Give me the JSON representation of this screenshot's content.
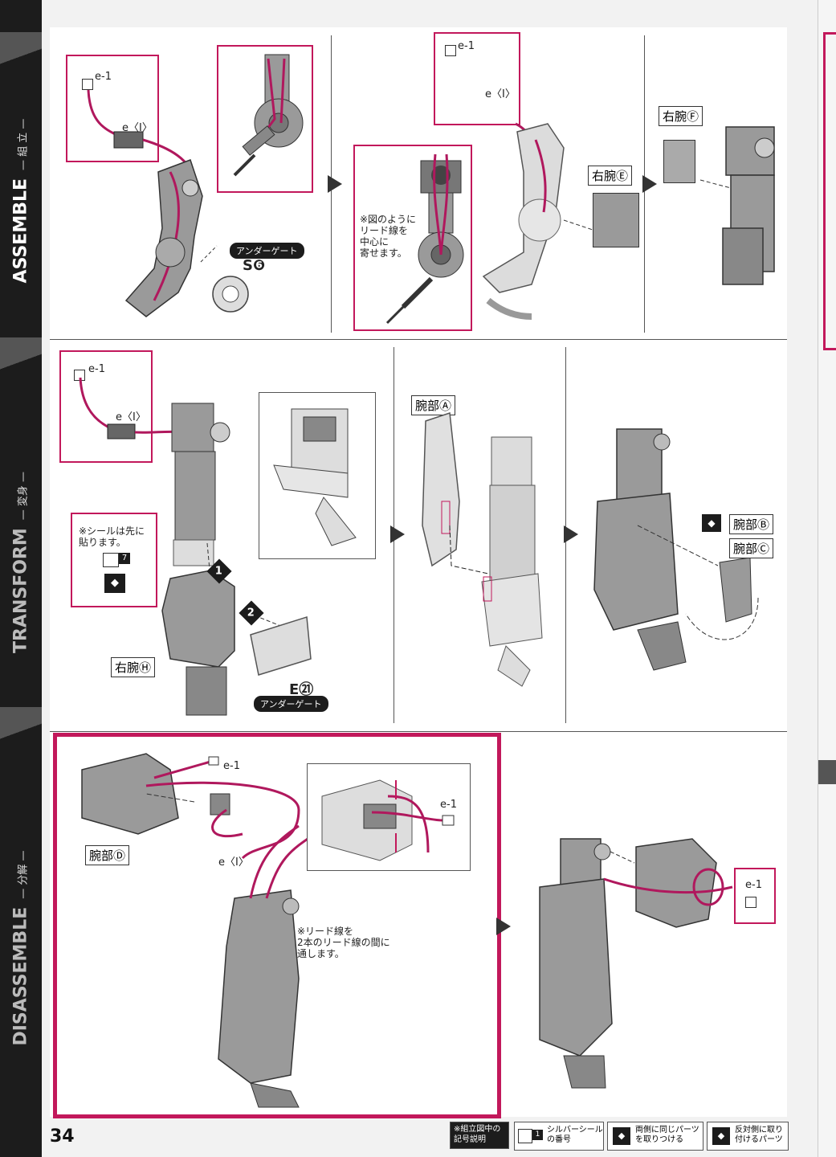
{
  "sidebar": {
    "sections": [
      {
        "title": "ASSEMBLE",
        "sub": "— 組 立 —"
      },
      {
        "title": "TRANSFORM",
        "sub": "— 変身 —"
      },
      {
        "title": "DISASSEMBLE",
        "sub": "— 分解 —"
      }
    ]
  },
  "step1": {
    "wire_e1": "e-1",
    "wire_eI": "e〈I〉",
    "under_gate": "アンダーゲート",
    "part_S6": "S❻"
  },
  "step2": {
    "wire_e1": "e-1",
    "wire_eI": "e〈I〉",
    "note": "※図のように\nリード線を\n中心に\n寄せます。",
    "right_arm_E": "右腕Ⓔ"
  },
  "step3": {
    "right_arm_F": "右腕Ⓕ"
  },
  "step4": {
    "wire_e1": "e-1",
    "wire_eI": "e〈I〉",
    "sticker_note": "※シールは先に\n貼ります。",
    "sticker_no": "7",
    "right_arm_H": "右腕Ⓗ",
    "step_a": "1",
    "step_b": "2",
    "part_E21": "E㉑",
    "under_gate": "アンダーゲート"
  },
  "step5": {
    "arm_A": "腕部Ⓐ"
  },
  "step6": {
    "arm_B": "腕部Ⓑ",
    "arm_C": "腕部Ⓒ"
  },
  "step7": {
    "wire_e1": "e-1",
    "wire_eI": "e〈I〉",
    "arm_D": "腕部Ⓓ",
    "inset_e1": "e-1",
    "note": "※リード線を\n2本のリード線の間に\n通します。"
  },
  "step8": {
    "wire_e1": "e-1"
  },
  "footer": {
    "page_number": "34",
    "legend_title": "※組立図中の\n記号説明",
    "legend_items": [
      {
        "icon": "1",
        "text": "シルバーシール\nの番号"
      },
      {
        "icon": "both",
        "text": "両側に同じパーツ\nを取りつける"
      },
      {
        "icon": "opposite",
        "text": "反対側に取り\n付けるパーツ"
      }
    ]
  },
  "colors": {
    "magenta": "#c2185b",
    "wire": "#b0185d",
    "sidebar": "#1c1c1c",
    "part_gray": "#9a9a9a"
  }
}
